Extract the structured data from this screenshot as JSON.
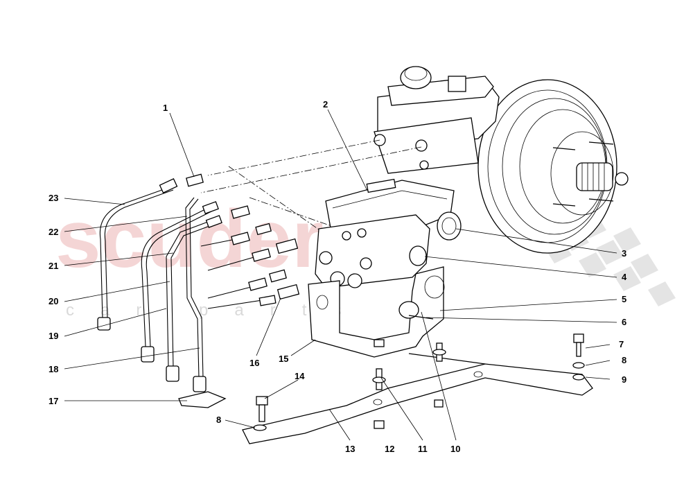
{
  "watermark": {
    "brand": "scuderia",
    "sub": "car parts",
    "brand_color": "#e8a3a3",
    "checker_color": "#d9d9d9"
  },
  "callouts": [
    "1",
    "2",
    "3",
    "4",
    "5",
    "6",
    "7",
    "8",
    "9",
    "10",
    "11",
    "12",
    "13",
    "14",
    "15",
    "16",
    "17",
    "18",
    "19",
    "20",
    "21",
    "22",
    "23",
    "8"
  ]
}
